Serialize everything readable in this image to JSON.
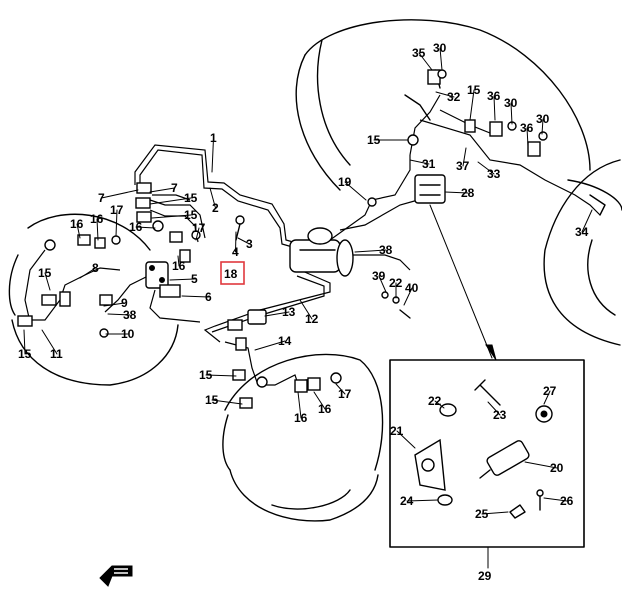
{
  "diagram": {
    "highlighted_part": "18",
    "inset_label": "29",
    "part_labels": [
      "1",
      "2",
      "3",
      "4",
      "5",
      "6",
      "7",
      "8",
      "9",
      "10",
      "11",
      "12",
      "13",
      "14",
      "15",
      "16",
      "17",
      "18",
      "19",
      "20",
      "21",
      "22",
      "23",
      "24",
      "25",
      "26",
      "27",
      "28",
      "30",
      "31",
      "32",
      "33",
      "34",
      "35",
      "36",
      "37",
      "38",
      "39",
      "40"
    ],
    "colors": {
      "ink": "#000000",
      "highlight": "#e0393e",
      "background": "#ffffff"
    },
    "icons": [
      "front-arrow-icon"
    ]
  }
}
